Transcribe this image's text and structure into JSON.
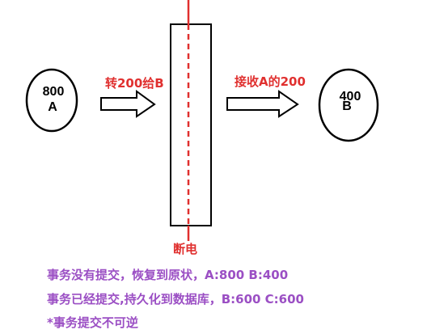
{
  "node_a": {
    "value": "800",
    "name": "A"
  },
  "node_b": {
    "value": "400",
    "name": "B"
  },
  "arrow_left_label": "转200给B",
  "arrow_right_label": "接收A的200",
  "cut_label": "断电",
  "notes": [
    "事务没有提交，恢复到原状，A:800 B:400",
    "事务已经提交,持久化到数据库，B:600 C:600",
    "*事务提交不可逆"
  ],
  "colors": {
    "stroke": "#000000",
    "red": "#e0302f",
    "note_text": "#9b4fc4"
  }
}
